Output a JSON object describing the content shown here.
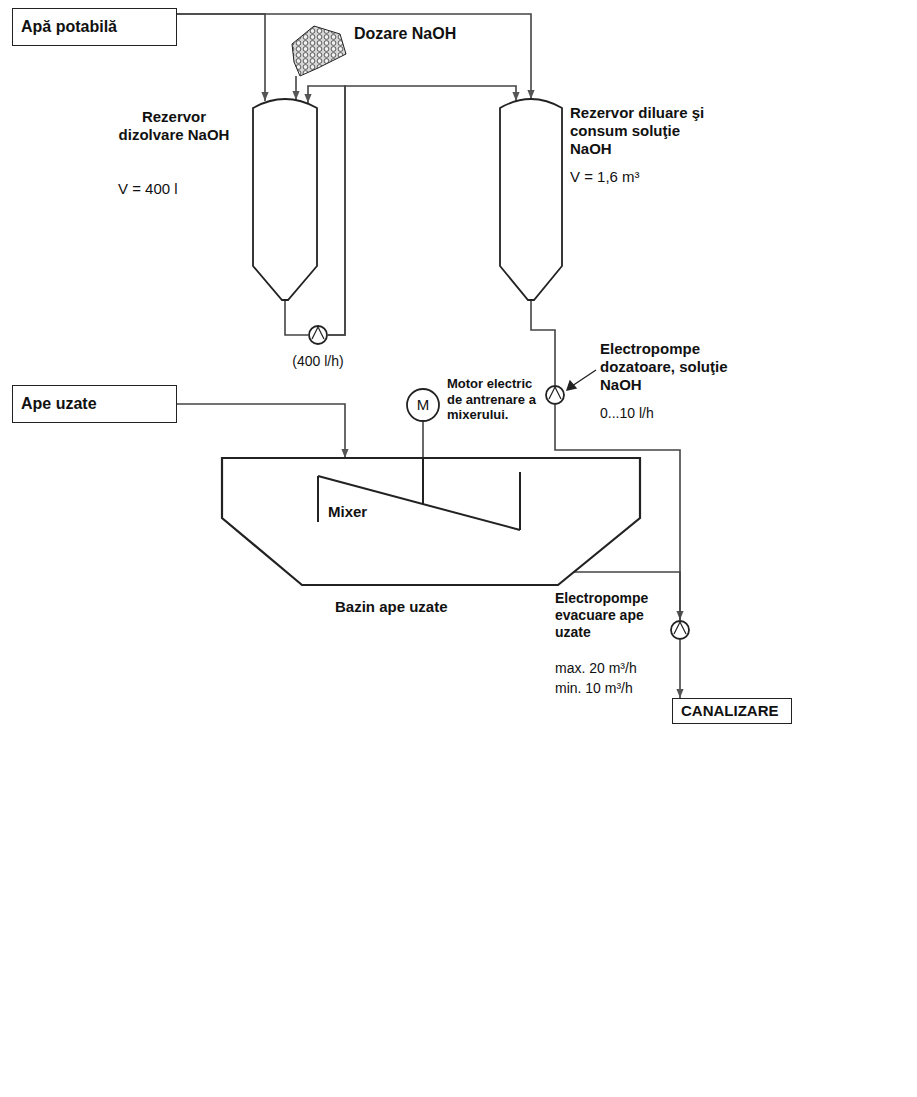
{
  "diagram": {
    "nodes": [
      {
        "text": [
          "Apă potabilă"
        ]
      },
      {
        "text": [
          "Dozare NaOH"
        ]
      },
      {
        "text": [
          "Rezervor dizolvare NaOH",
          "V = 400 l"
        ]
      },
      {
        "text": [
          "Rezervor diluare şi consum soluţie NaOH",
          "V = 1,6 m³"
        ]
      },
      {
        "text": [
          "(400 l/h)"
        ]
      },
      {
        "text": [
          "Ape uzate"
        ]
      },
      {
        "text": [
          "Electropompe dozatoare, soluţie NaOH",
          "0...10 l/h"
        ]
      },
      {
        "text": [
          "M",
          "Motor electric de antrenare a mixerului."
        ]
      },
      {
        "text": [
          "Bazin ape uzate"
        ]
      },
      {
        "text": [
          "Electropompe evacuare ape uzate",
          "max. 20 m³/h",
          "min. 10 m³/h"
        ]
      },
      {
        "text": [
          "CANALIZARE"
        ]
      }
    ],
    "edges": [
      {
        "from": 0,
        "to": 2,
        "arrow": "to"
      },
      {
        "from": 0,
        "to": 3,
        "arrow": "to"
      },
      {
        "from": 1,
        "to": 2,
        "arrow": "to"
      },
      {
        "from": 2,
        "to": 4,
        "arrow": "none"
      },
      {
        "from": 4,
        "to": 2,
        "arrow": "to"
      },
      {
        "from": 4,
        "to": 3,
        "arrow": "to"
      },
      {
        "from": 5,
        "to": 8,
        "arrow": "to"
      },
      {
        "from": 3,
        "to": 6,
        "arrow": "none"
      },
      {
        "from": 7,
        "to": 8,
        "arrow": "none"
      },
      {
        "from": 6,
        "to": 9,
        "arrow": "to"
      },
      {
        "from": 8,
        "to": 9,
        "arrow": "none"
      },
      {
        "from": 9,
        "to": 10,
        "arrow": "to"
      }
    ],
    "labels": [
      "Mixer"
    ]
  }
}
